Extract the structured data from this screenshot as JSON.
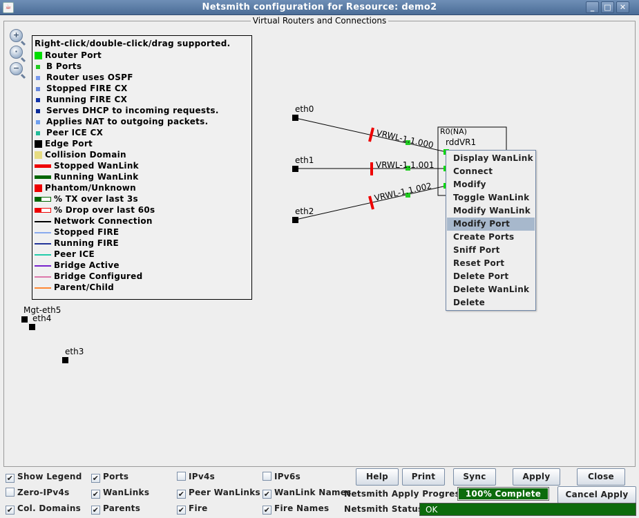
{
  "window": {
    "title": "Netsmith configuration for Resource:  demo2",
    "controls": [
      "_",
      "□",
      "✕"
    ]
  },
  "frame": {
    "title": "Virtual Routers and Connections"
  },
  "zoom": [
    {
      "name": "zoom-in-icon",
      "glyph": "+"
    },
    {
      "name": "zoom-reset-icon",
      "glyph": "·"
    },
    {
      "name": "zoom-out-icon",
      "glyph": "−"
    }
  ],
  "legend": {
    "heading": "Right-click/double-click/drag supported.",
    "items": [
      {
        "label": "Router Port",
        "kind": "square-big",
        "color": "#00dd00"
      },
      {
        "label": "B Ports",
        "kind": "square-small",
        "color": "#22cc22"
      },
      {
        "label": "Router uses OSPF",
        "kind": "square-small",
        "color": "#7799ee"
      },
      {
        "label": "Stopped FIRE CX",
        "kind": "square-small",
        "color": "#6688dd"
      },
      {
        "label": "Running FIRE CX",
        "kind": "square-small",
        "color": "#1133aa"
      },
      {
        "label": "Serves DHCP to incoming requests.",
        "kind": "square-small",
        "color": "#0a2a99"
      },
      {
        "label": "Applies NAT to outgoing packets.",
        "kind": "square-small",
        "color": "#6fa0f0"
      },
      {
        "label": "Peer ICE CX",
        "kind": "square-small",
        "color": "#22bb99"
      },
      {
        "label": "Edge Port",
        "kind": "square-big",
        "color": "#000000"
      },
      {
        "label": "Collision Domain",
        "kind": "square-big",
        "color": "#e6dc82"
      },
      {
        "label": "Stopped WanLink",
        "kind": "bar",
        "color": "#ee0000"
      },
      {
        "label": "Running WanLink",
        "kind": "bar",
        "color": "#006600"
      },
      {
        "label": "Phantom/Unknown",
        "kind": "square-big",
        "color": "#ee0000"
      },
      {
        "label": "% TX over last 3s",
        "kind": "meter",
        "color": "#006600"
      },
      {
        "label": "% Drop over last 60s",
        "kind": "meter",
        "color": "#ee0000"
      },
      {
        "label": "Network Connection",
        "kind": "line",
        "color": "#000000"
      },
      {
        "label": "Stopped FIRE",
        "kind": "line",
        "color": "#88aaee"
      },
      {
        "label": "Running FIRE",
        "kind": "line",
        "color": "#223399"
      },
      {
        "label": "Peer ICE",
        "kind": "line",
        "color": "#22ccaa"
      },
      {
        "label": "Bridge Active",
        "kind": "line",
        "color": "#7722cc"
      },
      {
        "label": "Bridge Configured",
        "kind": "line",
        "color": "#dd77aa"
      },
      {
        "label": "Parent/Child",
        "kind": "line",
        "color": "#ff8833"
      }
    ]
  },
  "topology": {
    "ports": [
      {
        "label": "eth0"
      },
      {
        "label": "eth1"
      },
      {
        "label": "eth2"
      },
      {
        "label": "Mgt-eth5"
      },
      {
        "label": "eth4"
      },
      {
        "label": "eth3"
      }
    ],
    "router": {
      "status": "R0(NA)",
      "name": "rddVR1"
    },
    "wanlinks": [
      {
        "label": "VRWL-1.1.000"
      },
      {
        "label": "VRWL-1.1.001"
      },
      {
        "label": "VRWL-1.1.002"
      }
    ]
  },
  "context_menu": {
    "items": [
      "Display WanLink",
      "Connect",
      "Modify",
      "Toggle WanLink",
      "Modify WanLink",
      "Modify Port",
      "Create Ports",
      "Sniff Port",
      "Reset Port",
      "Delete Port",
      "Delete WanLink",
      "Delete"
    ],
    "highlighted": "Modify Port"
  },
  "options": {
    "checkboxes": [
      {
        "label": "Show Legend",
        "checked": true
      },
      {
        "label": "Ports",
        "checked": true
      },
      {
        "label": "IPv4s",
        "checked": false
      },
      {
        "label": "IPv6s",
        "checked": false
      },
      {
        "label": "Zero-IPv4s",
        "checked": false
      },
      {
        "label": "WanLinks",
        "checked": true
      },
      {
        "label": "Peer WanLinks",
        "checked": true
      },
      {
        "label": "WanLink Names",
        "checked": true
      },
      {
        "label": "Col. Domains",
        "checked": true
      },
      {
        "label": "Parents",
        "checked": true
      },
      {
        "label": "Fire",
        "checked": true
      },
      {
        "label": "Fire Names",
        "checked": true
      }
    ]
  },
  "buttons": {
    "help": "Help",
    "print": "Print",
    "sync": "Sync",
    "apply": "Apply",
    "close": "Close",
    "cancel_apply": "Cancel Apply"
  },
  "status": {
    "progress_label": "Netsmith Apply Progress:",
    "progress_text": "100% Complete",
    "progress_value": 100,
    "status_label": "Netsmith Status:",
    "status_text": "OK"
  }
}
